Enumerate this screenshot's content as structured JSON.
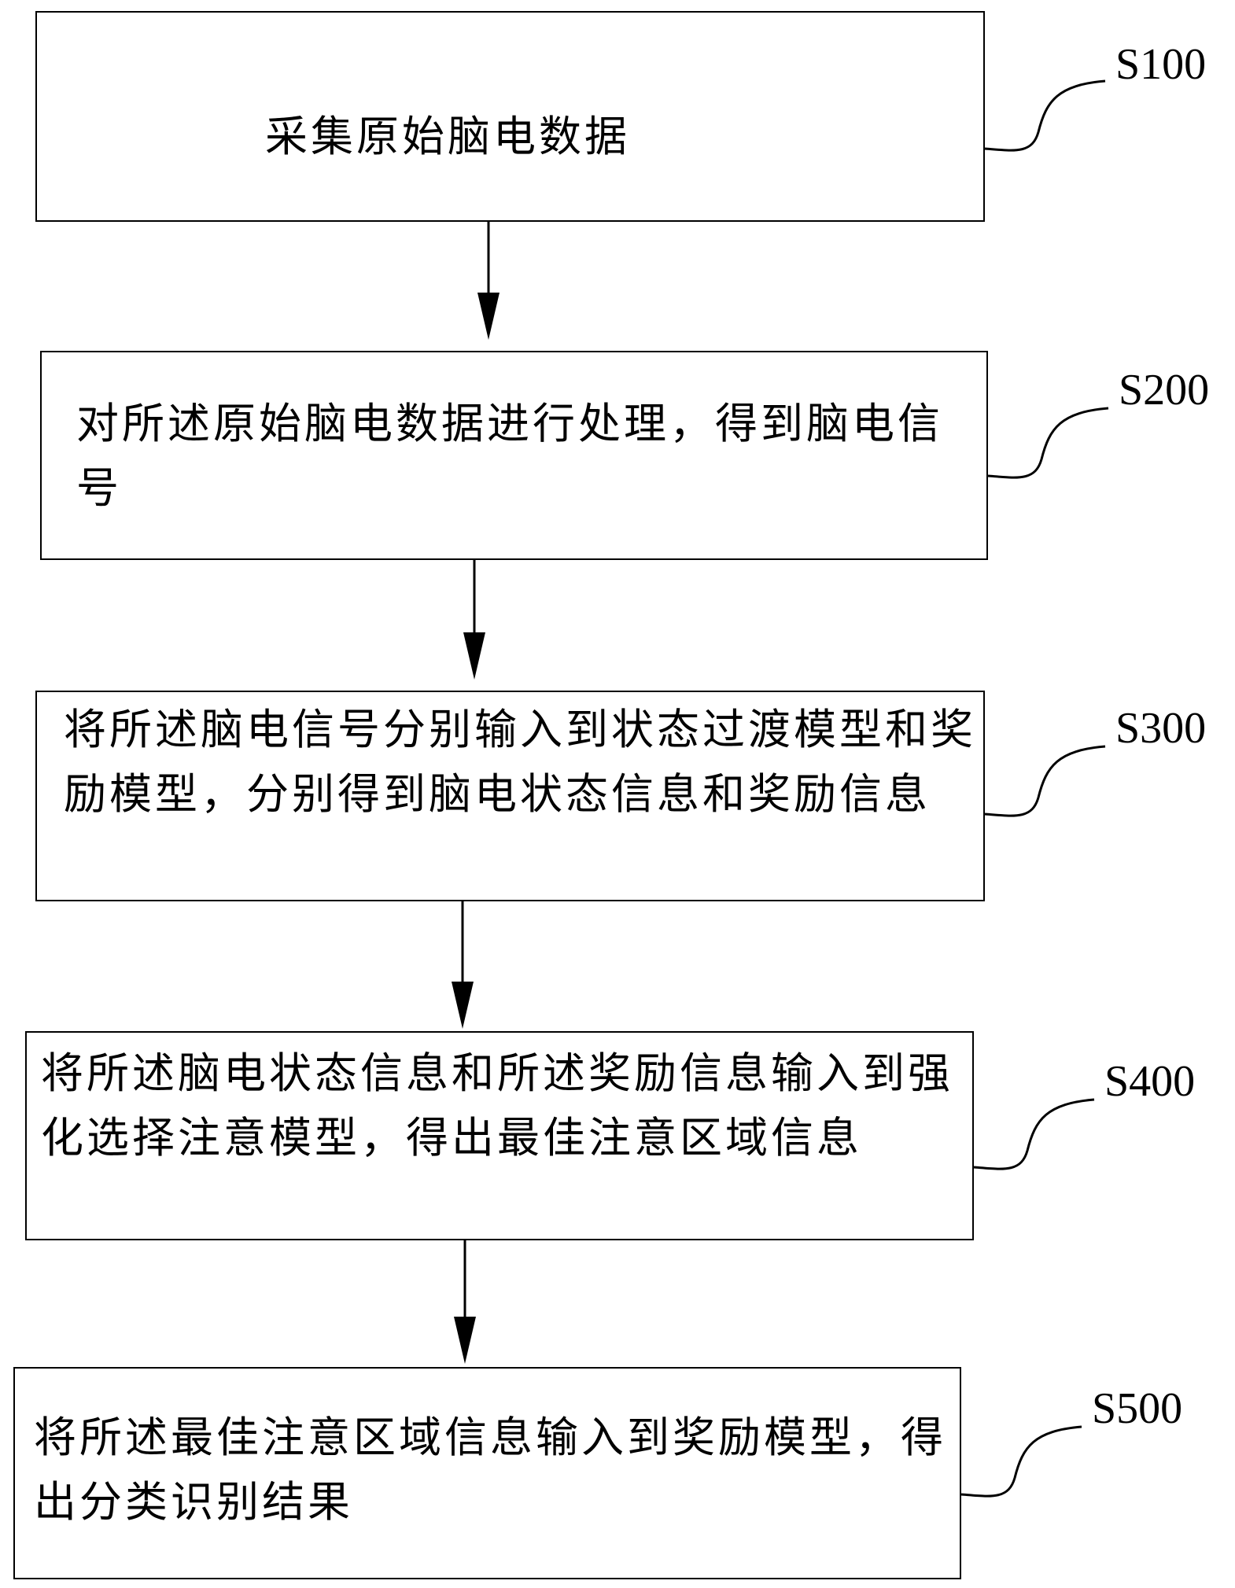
{
  "steps": [
    {
      "id": "S100",
      "text": "采集原始脑电数据"
    },
    {
      "id": "S200",
      "text": "对所述原始脑电数据进行处理，得到脑电信号"
    },
    {
      "id": "S300",
      "text": "将所述脑电信号分别输入到状态过渡模型和奖励模型，分别得到脑电状态信息和奖励信息"
    },
    {
      "id": "S400",
      "text": "将所述脑电状态信息和所述奖励信息输入到强化选择注意模型，得出最佳注意区域信息"
    },
    {
      "id": "S500",
      "text": "将所述最佳注意区域信息输入到奖励模型，得出分类识别结果"
    }
  ]
}
